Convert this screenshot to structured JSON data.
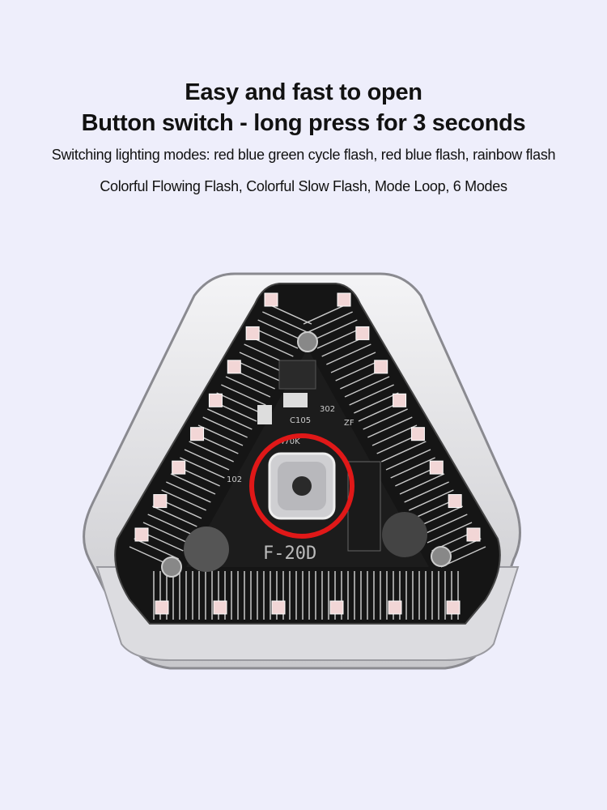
{
  "headline": {
    "line1": "Easy and fast to open",
    "line2": "Button switch - long press for 3 seconds"
  },
  "description": {
    "line1": "Switching lighting modes: red blue green cycle flash, red blue flash, rainbow flash",
    "line2": "Colorful Flowing Flash, Colorful Slow Flash, Mode Loop, 6 Modes"
  },
  "product_image": {
    "pcb_markings": [
      "F-20D",
      "C105",
      "102",
      "302",
      "470K",
      "ZF"
    ],
    "highlight_color": "#e01818",
    "pcb_color": "#151515",
    "background_color": "#eeeefb"
  }
}
